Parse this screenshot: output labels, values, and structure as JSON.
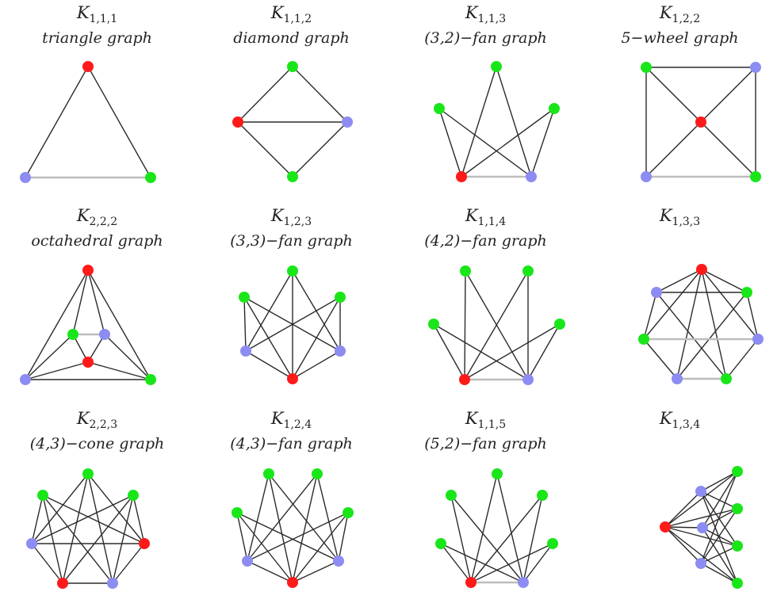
{
  "colors": {
    "red": "#ff1a1a",
    "green": "#19e619",
    "blue": "#8c8cf2",
    "edge": "#2b2b2b",
    "edge_light": "#bdbdbd"
  },
  "graphs": [
    {
      "id": "k111",
      "name_base": "K",
      "name_sub": "1,1,1",
      "alias": "triangle graph",
      "nodes": [
        {
          "c": "red"
        },
        {
          "c": "blue"
        },
        {
          "c": "green"
        }
      ],
      "edges": [
        [
          0,
          1
        ],
        [
          0,
          2
        ],
        [
          1,
          2,
          "light"
        ]
      ]
    },
    {
      "id": "k112",
      "name_base": "K",
      "name_sub": "1,1,2",
      "alias": "diamond graph",
      "nodes": [
        {
          "c": "green"
        },
        {
          "c": "red"
        },
        {
          "c": "blue"
        },
        {
          "c": "green"
        }
      ],
      "edges": [
        [
          0,
          1
        ],
        [
          0,
          2
        ],
        [
          1,
          2
        ],
        [
          1,
          3
        ],
        [
          2,
          3
        ]
      ]
    },
    {
      "id": "k113",
      "name_base": "K",
      "name_sub": "1,1,3",
      "alias": "(3,2)−fan graph",
      "nodes": [
        {
          "c": "green"
        },
        {
          "c": "green"
        },
        {
          "c": "green"
        },
        {
          "c": "red"
        },
        {
          "c": "blue"
        }
      ],
      "edges": [
        [
          3,
          0
        ],
        [
          3,
          1
        ],
        [
          3,
          2
        ],
        [
          4,
          0
        ],
        [
          4,
          1
        ],
        [
          4,
          2
        ],
        [
          3,
          4,
          "light"
        ]
      ]
    },
    {
      "id": "k122",
      "name_base": "K",
      "name_sub": "1,2,2",
      "alias": "5−wheel graph",
      "nodes": [
        {
          "c": "green"
        },
        {
          "c": "blue"
        },
        {
          "c": "red"
        },
        {
          "c": "blue"
        },
        {
          "c": "green"
        }
      ],
      "edges": [
        [
          0,
          1
        ],
        [
          1,
          4
        ],
        [
          4,
          3,
          "light"
        ],
        [
          3,
          0
        ],
        [
          2,
          0
        ],
        [
          2,
          1
        ],
        [
          2,
          3
        ],
        [
          2,
          4
        ]
      ]
    },
    {
      "id": "k222",
      "name_base": "K",
      "name_sub": "2,2,2",
      "alias": "octahedral graph",
      "nodes": [
        {
          "c": "red"
        },
        {
          "c": "green"
        },
        {
          "c": "blue"
        },
        {
          "c": "red"
        },
        {
          "c": "blue"
        },
        {
          "c": "green"
        }
      ],
      "edges": [
        [
          0,
          1
        ],
        [
          0,
          2
        ],
        [
          0,
          4
        ],
        [
          0,
          5
        ],
        [
          3,
          1
        ],
        [
          3,
          2
        ],
        [
          3,
          4
        ],
        [
          3,
          5
        ],
        [
          1,
          2,
          "light"
        ],
        [
          4,
          5
        ],
        [
          1,
          4
        ],
        [
          2,
          5
        ]
      ]
    },
    {
      "id": "k123",
      "name_base": "K",
      "name_sub": "1,2,3",
      "alias": "(3,3)−fan graph",
      "nodes": [
        {
          "c": "green"
        },
        {
          "c": "green"
        },
        {
          "c": "green"
        },
        {
          "c": "blue"
        },
        {
          "c": "blue"
        },
        {
          "c": "red"
        }
      ],
      "edges": [
        [
          5,
          0
        ],
        [
          5,
          1
        ],
        [
          5,
          2
        ],
        [
          5,
          3
        ],
        [
          5,
          4
        ],
        [
          3,
          0
        ],
        [
          3,
          1
        ],
        [
          3,
          2
        ],
        [
          4,
          0
        ],
        [
          4,
          1
        ],
        [
          4,
          2
        ]
      ]
    },
    {
      "id": "k114",
      "name_base": "K",
      "name_sub": "1,1,4",
      "alias": "(4,2)−fan graph",
      "nodes": [
        {
          "c": "green"
        },
        {
          "c": "green"
        },
        {
          "c": "green"
        },
        {
          "c": "green"
        },
        {
          "c": "red"
        },
        {
          "c": "blue"
        }
      ],
      "edges": [
        [
          4,
          0
        ],
        [
          4,
          1
        ],
        [
          4,
          2
        ],
        [
          4,
          3
        ],
        [
          5,
          0
        ],
        [
          5,
          1
        ],
        [
          5,
          2
        ],
        [
          5,
          3
        ],
        [
          4,
          5,
          "light"
        ]
      ]
    },
    {
      "id": "k133",
      "name_base": "K",
      "name_sub": "1,3,3",
      "alias": "",
      "nodes": [
        {
          "c": "red"
        },
        {
          "c": "blue"
        },
        {
          "c": "green"
        },
        {
          "c": "green"
        },
        {
          "c": "blue"
        },
        {
          "c": "blue"
        },
        {
          "c": "green"
        }
      ],
      "edges": [
        [
          0,
          1
        ],
        [
          0,
          2
        ],
        [
          0,
          3
        ],
        [
          0,
          4
        ],
        [
          0,
          5
        ],
        [
          0,
          6
        ],
        [
          1,
          2
        ],
        [
          1,
          3
        ],
        [
          1,
          6
        ],
        [
          4,
          2
        ],
        [
          4,
          3
        ],
        [
          4,
          6
        ],
        [
          5,
          2
        ],
        [
          5,
          3
        ],
        [
          5,
          6
        ],
        [
          3,
          4,
          "light"
        ],
        [
          5,
          6,
          "light"
        ]
      ]
    },
    {
      "id": "k223",
      "name_base": "K",
      "name_sub": "2,2,3",
      "alias": "(4,3)−cone graph",
      "nodes": [
        {
          "c": "green"
        },
        {
          "c": "green"
        },
        {
          "c": "green"
        },
        {
          "c": "blue"
        },
        {
          "c": "red"
        },
        {
          "c": "red"
        },
        {
          "c": "blue"
        }
      ],
      "edges": [
        [
          0,
          3
        ],
        [
          0,
          4
        ],
        [
          0,
          5
        ],
        [
          0,
          6
        ],
        [
          1,
          3
        ],
        [
          1,
          4
        ],
        [
          1,
          5
        ],
        [
          1,
          6
        ],
        [
          2,
          3
        ],
        [
          2,
          4
        ],
        [
          2,
          5
        ],
        [
          2,
          6
        ],
        [
          3,
          4
        ],
        [
          3,
          5
        ],
        [
          6,
          4
        ],
        [
          6,
          5
        ]
      ]
    },
    {
      "id": "k124",
      "name_base": "K",
      "name_sub": "1,2,4",
      "alias": "(4,3)−fan graph",
      "nodes": [
        {
          "c": "green"
        },
        {
          "c": "green"
        },
        {
          "c": "green"
        },
        {
          "c": "green"
        },
        {
          "c": "blue"
        },
        {
          "c": "blue"
        },
        {
          "c": "red"
        }
      ],
      "edges": [
        [
          6,
          0
        ],
        [
          6,
          1
        ],
        [
          6,
          2
        ],
        [
          6,
          3
        ],
        [
          6,
          4
        ],
        [
          6,
          5
        ],
        [
          4,
          0
        ],
        [
          4,
          1
        ],
        [
          4,
          2
        ],
        [
          4,
          3
        ],
        [
          5,
          0
        ],
        [
          5,
          1
        ],
        [
          5,
          2
        ],
        [
          5,
          3
        ]
      ]
    },
    {
      "id": "k115",
      "name_base": "K",
      "name_sub": "1,1,5",
      "alias": "(5,2)−fan graph",
      "nodes": [
        {
          "c": "green"
        },
        {
          "c": "green"
        },
        {
          "c": "green"
        },
        {
          "c": "green"
        },
        {
          "c": "green"
        },
        {
          "c": "red"
        },
        {
          "c": "blue"
        }
      ],
      "edges": [
        [
          5,
          0
        ],
        [
          5,
          1
        ],
        [
          5,
          2
        ],
        [
          5,
          3
        ],
        [
          5,
          4
        ],
        [
          6,
          0
        ],
        [
          6,
          1
        ],
        [
          6,
          2
        ],
        [
          6,
          3
        ],
        [
          6,
          4
        ],
        [
          5,
          6,
          "light"
        ]
      ]
    },
    {
      "id": "k134",
      "name_base": "K",
      "name_sub": "1,3,4",
      "alias": "",
      "nodes": [
        {
          "c": "red"
        },
        {
          "c": "blue"
        },
        {
          "c": "blue"
        },
        {
          "c": "blue"
        },
        {
          "c": "green"
        },
        {
          "c": "green"
        },
        {
          "c": "green"
        },
        {
          "c": "green"
        }
      ],
      "edges": [
        [
          0,
          1
        ],
        [
          0,
          2
        ],
        [
          0,
          3
        ],
        [
          0,
          4
        ],
        [
          0,
          5
        ],
        [
          0,
          6
        ],
        [
          0,
          7
        ],
        [
          1,
          4
        ],
        [
          1,
          5
        ],
        [
          1,
          6
        ],
        [
          1,
          7
        ],
        [
          2,
          4
        ],
        [
          2,
          5
        ],
        [
          2,
          6
        ],
        [
          2,
          7
        ],
        [
          3,
          4
        ],
        [
          3,
          5
        ],
        [
          3,
          6
        ],
        [
          3,
          7
        ]
      ]
    }
  ]
}
